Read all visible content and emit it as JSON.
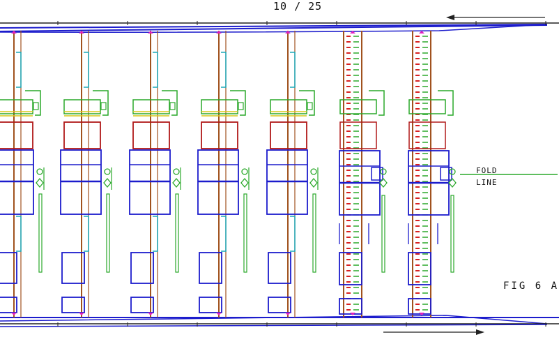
{
  "header": {
    "page_number": "10 / 25"
  },
  "annotations": {
    "fold_line_top": "FOLD",
    "fold_line_bottom": "LINE",
    "figure_label": "FIG 6 A"
  },
  "colors": {
    "rail": "#1c1ccc",
    "post": "#a0521e",
    "bracket": "#2aa82a",
    "channel": "#1aa8b8",
    "block": "#1c1ccc",
    "red_box": "#b01818",
    "yellow": "#d8c81a",
    "marker": "#e020c0",
    "dense_red": "#d82020",
    "dense_green": "#2aa82a"
  }
}
